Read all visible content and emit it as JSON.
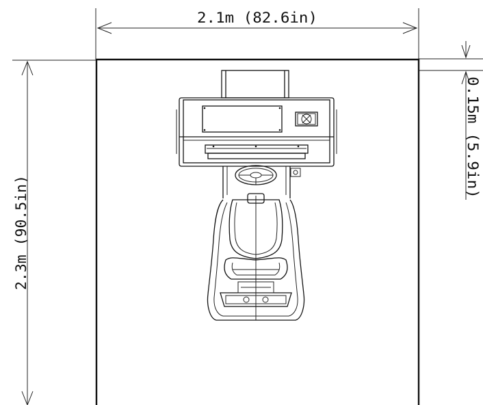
{
  "dimensions": {
    "width_label": "2.1m (82.6in)",
    "depth_label": "2.3m (90.5in)",
    "clearance_label": "0.15m (5.9in)"
  },
  "colors": {
    "line": "#111111",
    "background": "#ffffff"
  }
}
